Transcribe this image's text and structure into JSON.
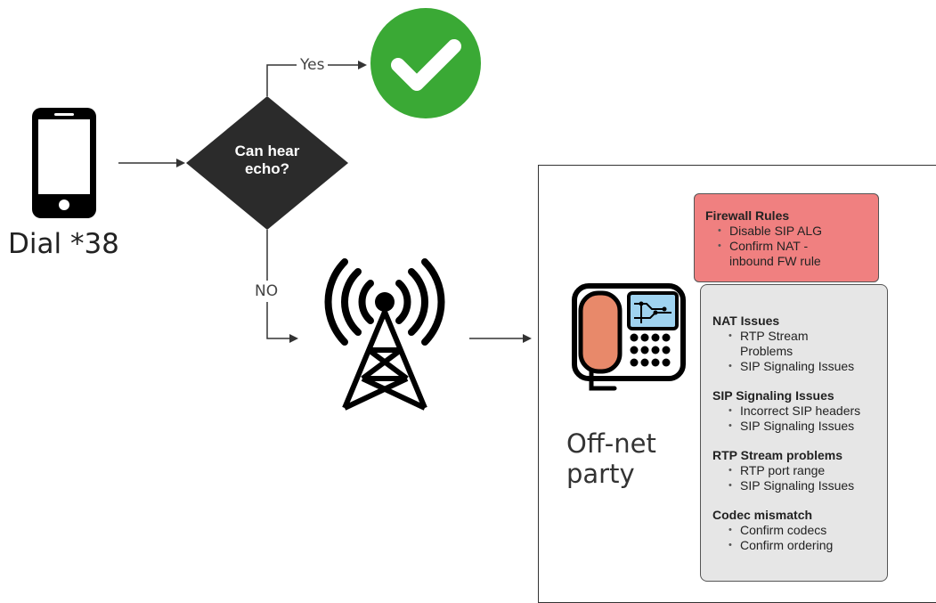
{
  "flow": {
    "dial_label": "Dial *38",
    "decision_label": "Can hear\necho?",
    "yes_label": "Yes",
    "no_label": "NO",
    "off_net_label": "Off-net\nparty"
  },
  "firewall": {
    "title": "Firewall Rules",
    "items": [
      "Disable SIP ALG",
      "Confirm NAT - inbound FW rule"
    ]
  },
  "issues": [
    {
      "title": "NAT Issues",
      "items": [
        "RTP Stream Problems",
        "SIP Signaling Issues"
      ]
    },
    {
      "title": "SIP Signaling Issues",
      "items": [
        "Incorrect SIP headers",
        "SIP Signaling Issues"
      ]
    },
    {
      "title": "RTP Stream problems",
      "items": [
        "RTP port range",
        "SIP Signaling Issues"
      ]
    },
    {
      "title": "Codec mismatch",
      "items": [
        "Confirm codecs",
        "Confirm ordering"
      ]
    }
  ],
  "colors": {
    "check_green": "#3aa935",
    "decision_fill": "#2b2b2b",
    "firewall_fill": "#f08080",
    "issues_fill": "#e6e6e6",
    "phone_handset": "#e8896a",
    "screen_blue": "#9fd3f0"
  },
  "icons": [
    "smartphone-icon",
    "check-icon",
    "cell-tower-icon",
    "desk-phone-icon"
  ]
}
